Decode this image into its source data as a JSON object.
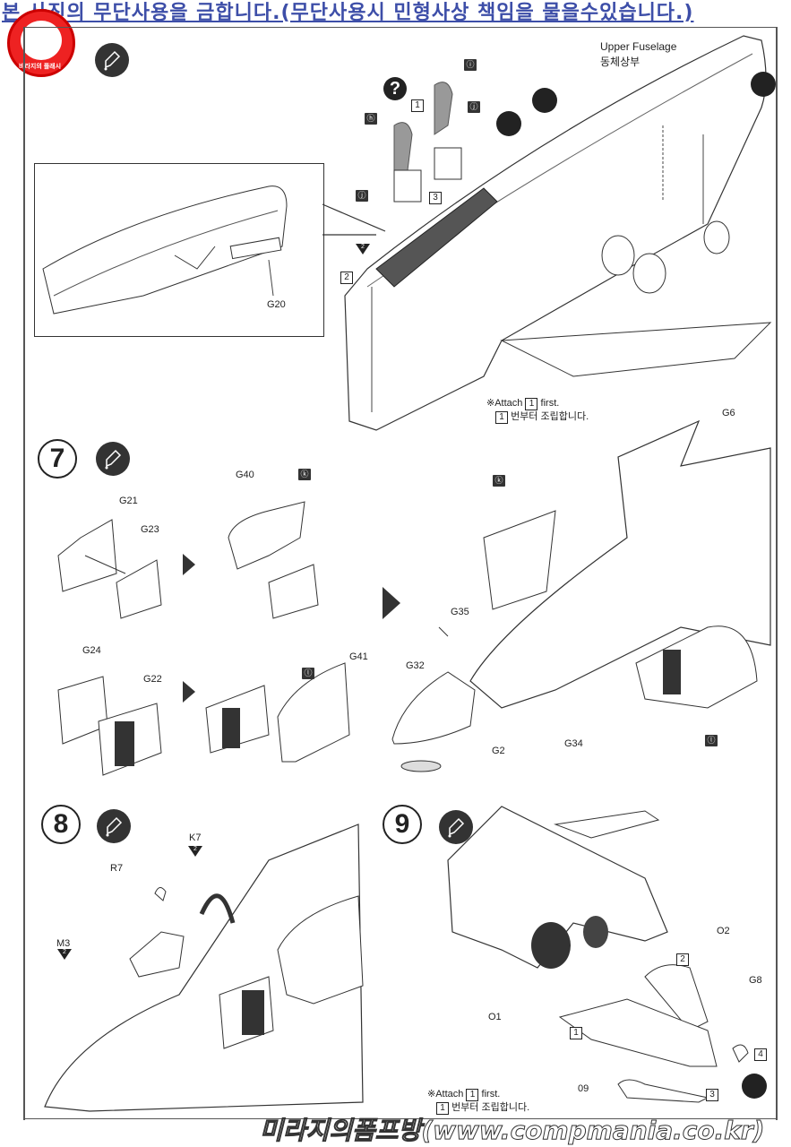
{
  "watermark": {
    "banner_text": "본 사진의 무단사용을 금합니다.(무단사용시 민형사상 책임을 물을수있습니다.)",
    "logo_text": "비라지의 플래시",
    "footer_text": "미라지의폼프방(www.compmania.co.kr)"
  },
  "step6": {
    "upper_fuselage_label": "Upper Fuselage",
    "upper_fuselage_label_ko": "동체상부",
    "inset_part": "G20",
    "paint_codes": [
      "ⓘ",
      "ⓗ",
      "ⓙ",
      "ⓙ"
    ],
    "box_numbers": [
      "1",
      "3",
      "2"
    ],
    "tri_number": "2",
    "question_icon": "?",
    "note_en_prefix": "※Attach",
    "note_en_box": "1",
    "note_en_suffix": "first.",
    "note_ko_box": "1",
    "note_ko": "번부터 조립합니다."
  },
  "step7": {
    "number": "7",
    "parts": [
      "G21",
      "G23",
      "G40",
      "G24",
      "G22",
      "G41",
      "G6",
      "G35",
      "G32",
      "G34",
      "G2"
    ],
    "paint_codes": {
      "g40": "ⓚ",
      "g41": "ⓛ",
      "assembly_top": "ⓚ",
      "assembly_bottom": "ⓛ"
    }
  },
  "step8": {
    "number": "8",
    "parts": {
      "k7": "K7",
      "r7": "R7",
      "m3": "M3"
    },
    "tri_numbers": {
      "k7": "2",
      "m3": "2"
    }
  },
  "step9": {
    "number": "9",
    "parts": {
      "o2": "O2",
      "g8": "G8",
      "o1": "O1",
      "o9": "09"
    },
    "box_numbers": {
      "o2": "2",
      "g8": "4",
      "o1": "1",
      "o9": "3"
    },
    "note_en_prefix": "※Attach",
    "note_en_box": "1",
    "note_en_suffix": "first.",
    "note_ko_box": "1",
    "note_ko": "번부터 조립합니다."
  },
  "colors": {
    "banner": "#3d4ea8",
    "ink": "#222222",
    "badge": "#333333",
    "logo_red": "#e22222"
  }
}
